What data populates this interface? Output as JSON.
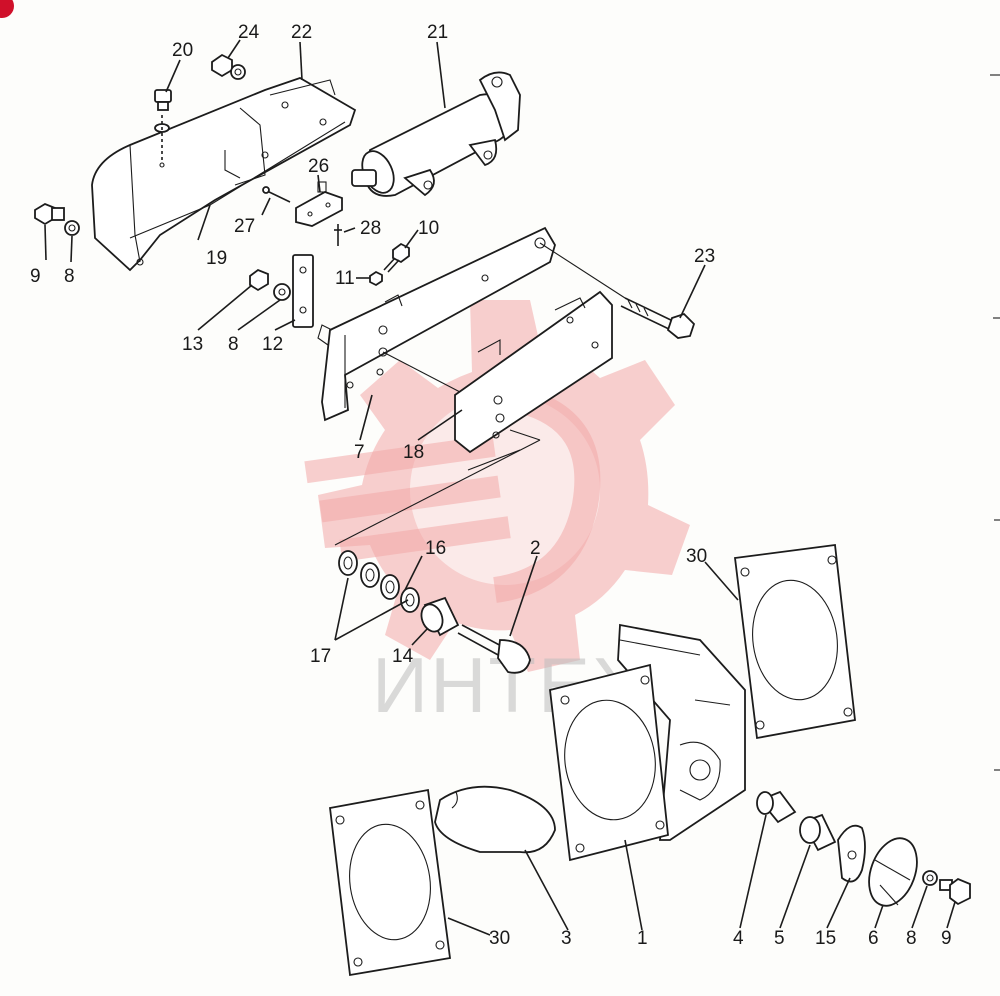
{
  "watermark": {
    "text": "ИНТЕХ",
    "color": "#f2a8a8"
  },
  "badge": {
    "color": "#d0102a"
  },
  "labels": {
    "p1": "1",
    "p2": "2",
    "p3": "3",
    "p4": "4",
    "p5": "5",
    "p6": "6",
    "p7": "7",
    "p8a": "8",
    "p8b": "8",
    "p8c": "8",
    "p9a": "9",
    "p9b": "9",
    "p10": "10",
    "p11": "11",
    "p12": "12",
    "p13": "13",
    "p14": "14",
    "p15": "15",
    "p16": "16",
    "p17": "17",
    "p18": "18",
    "p19": "19",
    "p20": "20",
    "p21": "21",
    "p22": "22",
    "p23": "23",
    "p24": "24",
    "p26": "26",
    "p27": "27",
    "p28": "28",
    "p30a": "30",
    "p30b": "30"
  }
}
